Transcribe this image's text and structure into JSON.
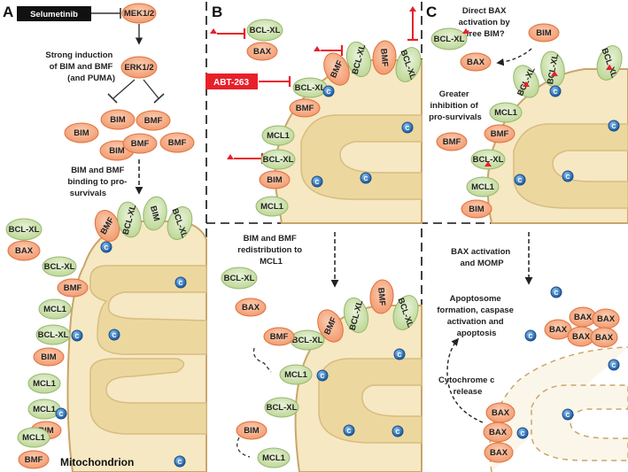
{
  "panels": [
    {
      "letter": "A"
    },
    {
      "letter": "B"
    },
    {
      "letter": "C"
    }
  ],
  "panelA": {
    "selumetinib": "Selumetinib",
    "mek": "MEK1/2",
    "erk": "ERK1/2",
    "induction": [
      "Strong induction",
      "of BIM and BMF",
      "(and PUMA)"
    ],
    "binding": [
      "BIM and BMF",
      "binding to pro-",
      "survivals"
    ],
    "mitochondrion": "Mitochondrion"
  },
  "panelB": {
    "abt": "ABT-263",
    "redistribution": [
      "BIM and BMF",
      "redistribution to",
      "MCL1"
    ]
  },
  "panelC": {
    "direct": [
      "Direct BAX",
      "activation by",
      "free BIM?"
    ],
    "greater": [
      "Greater",
      "inhibition of",
      "pro-survivals"
    ],
    "bax_activation": [
      "BAX activation",
      "and MOMP"
    ],
    "apoptosome": [
      "Apoptosome",
      "formation, caspase",
      "activation and",
      "apoptosis"
    ],
    "cytochrome": [
      "Cytochrome c",
      "release"
    ]
  },
  "proteins": {
    "bim": "BIM",
    "bmf": "BMF",
    "bax": "BAX",
    "mcl1": "MCL1",
    "bclxl": "BCL-XL",
    "cytc": "C"
  },
  "colors": {
    "orange_fill": "#f4a27a",
    "orange_stroke": "#e0703c",
    "green_fill": "#cfe3b0",
    "green_stroke": "#96b76c",
    "mito_fill": "#f6e8c3",
    "mito_stroke": "#c9a66b",
    "cristae_fill": "#ecd89f",
    "cytc_fill": "#2f7bc2",
    "red": "#e8202a"
  }
}
